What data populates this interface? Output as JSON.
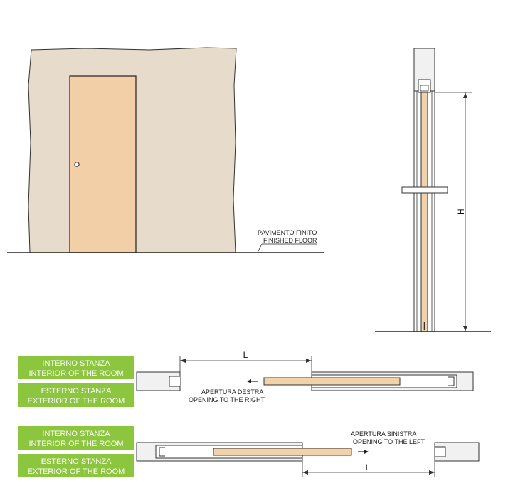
{
  "colors": {
    "wall": "#e7dccb",
    "door": "#f2cfa6",
    "frame": "#f1f1f1",
    "line": "#222222",
    "badge": "#8cc63f",
    "panel": "#f0d2ab"
  },
  "floor_label": {
    "line1": "PAVIMENTO FINITO",
    "line2": "FINISHED FLOOR"
  },
  "dimension_h": "H",
  "plan_right": {
    "badge_interior_1": "INTERNO STANZA",
    "badge_interior_2": "INTERIOR OF THE ROOM",
    "badge_exterior_1": "ESTERNO STANZA",
    "badge_exterior_2": "EXTERIOR OF THE ROOM",
    "dimension_l": "L",
    "opening_1": "APERTURA DESTRA",
    "opening_2": "OPENING TO THE RIGHT"
  },
  "plan_left": {
    "badge_interior_1": "INTERNO STANZA",
    "badge_interior_2": "INTERIOR OF THE ROOM",
    "badge_exterior_1": "ESTERNO STANZA",
    "badge_exterior_2": "EXTERIOR OF THE ROOM",
    "dimension_l": "L",
    "opening_1": "APERTURA SINISTRA",
    "opening_2": "OPENING TO THE LEFT"
  }
}
